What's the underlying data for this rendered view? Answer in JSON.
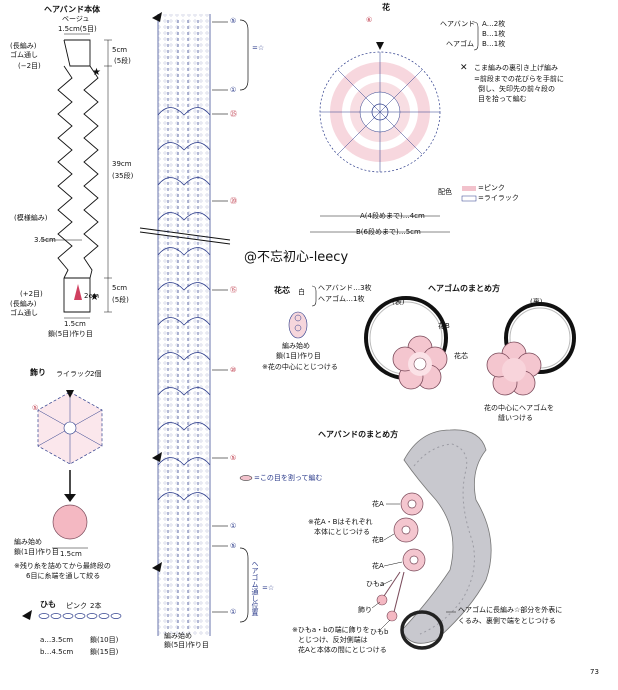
{
  "headband_body": {
    "title": "ヘアバンド本体",
    "color": "ベージュ",
    "width_top": "1.5cm(5目)",
    "elastic_wrap": "(長編み)\nゴム通し",
    "minus_two": "(−2目)",
    "top_len": "5cm",
    "top_rows": "(5段)",
    "main_len": "39cm",
    "main_rows": "(35段)",
    "pattern": "(模様編み)",
    "width_mid": "3.5cm",
    "bottom_len": "5cm",
    "bottom_rows": "(5段)",
    "plus_two": "(+2目)",
    "bottom_side": "2cm",
    "elastic_wrap_bottom": "(長編み)\nゴム通し",
    "width_bottom": "1.5cm",
    "start_chain": "鎖(5目)作り目"
  },
  "center_chart": {
    "equals_star_top": "=☆",
    "circle5_top": "⑤",
    "circle1_top": "①",
    "circle25": "㉕",
    "circle20": "⑳",
    "circle15": "⑮",
    "circle10": "⑩",
    "circle5_mid": "⑤",
    "split_note": "=この目を割って編む",
    "circle1_mid": "①",
    "circle5_low": "⑤",
    "elastic_label": "ヘアゴム通し位置",
    "equals_star_bottom": "=☆",
    "circle1_low": "①",
    "start": "編み始め\n鎖(5目)作り目"
  },
  "watermark": "@不忘初心-leecy",
  "flower": {
    "title": "花",
    "headband_label": "ヘアバンド",
    "elastic_label": "ヘアゴム",
    "a_count": "A…2枚",
    "b_count": "B…1枚",
    "b_count2": "B…1枚",
    "note1": "こま編みの裏引き上げ編み",
    "note2": "=前段までの花びらを手前に",
    "note3": "倒し、矢印先の前々段の",
    "note4": "目を拾って編む",
    "color_label": "配色",
    "pink": "=ピンク",
    "lilac": "=ライラック",
    "size_a": "A(4段めまで)…4cm",
    "size_b": "B(6段めまで)…5cm",
    "circle6": "⑥"
  },
  "flower_center": {
    "title": "花芯",
    "color": "白",
    "headband": "ヘアバンド…3枚",
    "elastic": "ヘアゴム…1枚",
    "start": "編み始め",
    "start_chain": "鎖(1目)作り目",
    "note": "※花の中心にとじつける"
  },
  "elastic_assembly": {
    "title": "ヘアゴムのまとめ方",
    "front": "(表)",
    "back": "(裏)",
    "flower_b": "花B",
    "core": "花芯",
    "note1": "花の中心にヘアゴムを",
    "note2": "縫いつける"
  },
  "decoration": {
    "title": "飾り",
    "color": "ライラック",
    "count": "2個",
    "start": "編み始め",
    "start_chain": "鎖(1目)作り目",
    "size": "1.5cm",
    "note1": "※残り糸を詰めてから最終段の",
    "note2": "6目に糸端を通して絞る",
    "circle5": "⑤"
  },
  "cord": {
    "title": "ひも",
    "color": "ピンク",
    "count": "2本",
    "a": "a…3.5cm",
    "a_chain": "鎖(10目)",
    "b": "b…4.5cm",
    "b_chain": "鎖(15目)"
  },
  "headband_assembly": {
    "title": "ヘアバンドのまとめ方",
    "note_ab1": "※花A・Bはそれぞれ",
    "note_ab2": "本体にとじつける",
    "flower_a1": "花A",
    "flower_b": "花B",
    "flower_a2": "花A",
    "cord_a": "ひもa",
    "decoration": "飾り",
    "cord_b": "ひもb",
    "note_cord1": "※ひもa・bの端に飾りを",
    "note_cord2": "とじつけ、反対側端は",
    "note_cord3": "花Aと本体の間にとじつける",
    "elastic_note1": "ヘアゴムに長編み☆部分を外表に",
    "elastic_note2": "くるみ、裏側で端をとじつける"
  },
  "page_number": "73"
}
